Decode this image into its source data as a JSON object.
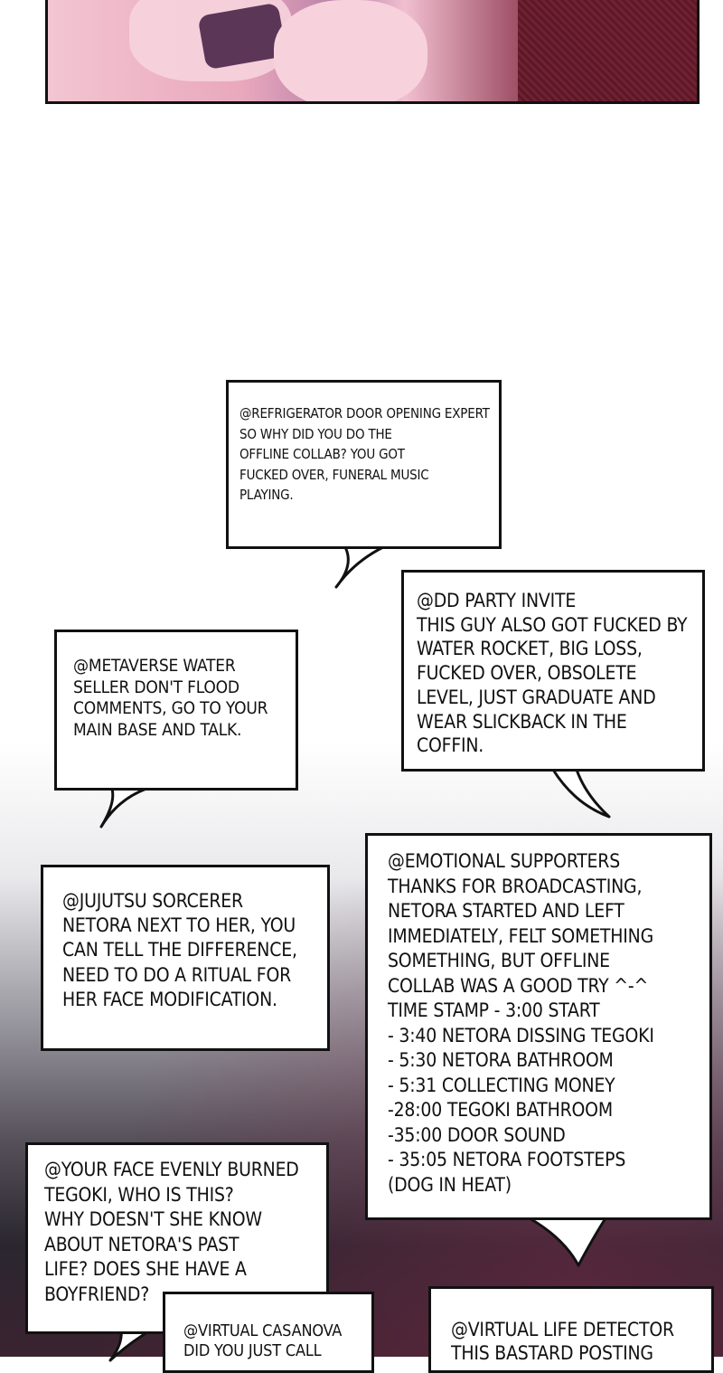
{
  "comments": [
    {
      "id": "refrigerator",
      "text": "@REFRIGERATOR DOOR OPENING EXPERT\n SO WHY DID YOU DO THE\nOFFLINE COLLAB? YOU GOT\nFUCKED OVER, FUNERAL MUSIC\nPLAYING."
    },
    {
      "id": "dd-party",
      "text": "@DD PARTY INVITE\nTHIS GUY ALSO GOT FUCKED BY\nWATER ROCKET, BIG LOSS,\nFUCKED OVER, OBSOLETE\nLEVEL, JUST GRADUATE AND\nWEAR SLICKBACK IN THE\nCOFFIN."
    },
    {
      "id": "metaverse",
      "text": "@METAVERSE WATER\nSELLER DON'T FLOOD\nCOMMENTS, GO TO YOUR\nMAIN BASE AND TALK."
    },
    {
      "id": "emotional",
      "text": "@EMOTIONAL SUPPORTERS\nTHANKS FOR BROADCASTING,\nNETORA STARTED AND LEFT\nIMMEDIATELY, FELT SOMETHING\nSOMETHING, BUT OFFLINE\nCOLLAB WAS A GOOD TRY ^-^\nTIME STAMP - 3:00 START\n- 3:40 NETORA DISSING TEGOKI\n- 5:30 NETORA BATHROOM\n - 5:31 COLLECTING MONEY\n-28:00 TEGOKI BATHROOM\n-35:00 DOOR SOUND\n- 35:05 NETORA FOOTSTEPS\n(DOG IN HEAT)"
    },
    {
      "id": "jujutsu",
      "text": "@JUJUTSU SORCERER\nNETORA NEXT TO HER, YOU\nCAN TELL THE DIFFERENCE,\nNEED TO DO A RITUAL FOR\nHER FACE MODIFICATION."
    },
    {
      "id": "your-face",
      "text": "@YOUR FACE EVENLY BURNED\nTEGOKI, WHO IS THIS?\nWHY DOESN'T SHE KNOW\nABOUT NETORA'S PAST\nLIFE? DOES SHE HAVE A\nBOYFRIEND?"
    },
    {
      "id": "casanova",
      "text": "@VIRTUAL CASANOVA\nDID YOU JUST CALL"
    },
    {
      "id": "life-detector",
      "text": "@VIRTUAL LIFE DETECTOR\nTHIS BASTARD POSTING"
    }
  ]
}
